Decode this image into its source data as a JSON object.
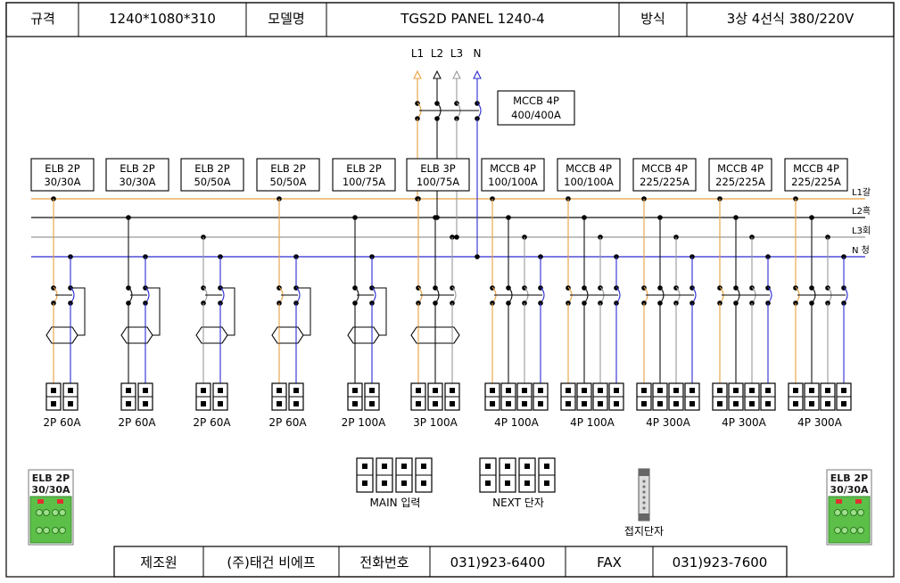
{
  "header": {
    "spec_label": "규격",
    "spec_value": "1240*1080*310",
    "model_label": "모델명",
    "model_value": "TGS2D PANEL 1240-4",
    "method_label": "방식",
    "method_value": "3상 4선식 380/220V"
  },
  "footer": {
    "maker_label": "제조원",
    "maker_value": "(주)태건 비에프",
    "phone_label": "전화번호",
    "phone_value": "031)923-6400",
    "fax_label": "FAX",
    "fax_value": "031)923-7600"
  },
  "main_breaker": {
    "line1": "MCCB 4P",
    "line2": "400/400A"
  },
  "phases": [
    "L1",
    "L2",
    "L3",
    "N"
  ],
  "bus_labels": [
    "L1갈",
    "L2흑",
    "L3회",
    "N 청"
  ],
  "colors": {
    "L1": "#e8a040",
    "L2": "#111111",
    "L3": "#999999",
    "N": "#2b2bd0"
  },
  "branches": [
    {
      "type": "2P",
      "line1": "ELB 2P",
      "line2": "30/30A",
      "terminal": "2P 60A",
      "phases": [
        "L1",
        "N"
      ]
    },
    {
      "type": "2P",
      "line1": "ELB 2P",
      "line2": "30/30A",
      "terminal": "2P 60A",
      "phases": [
        "L2",
        "N"
      ]
    },
    {
      "type": "2P",
      "line1": "ELB 2P",
      "line2": "50/50A",
      "terminal": "2P 60A",
      "phases": [
        "L3",
        "N"
      ]
    },
    {
      "type": "2P",
      "line1": "ELB 2P",
      "line2": "50/50A",
      "terminal": "2P 60A",
      "phases": [
        "L1",
        "N"
      ]
    },
    {
      "type": "2P",
      "line1": "ELB 2P",
      "line2": "100/75A",
      "terminal": "2P 100A",
      "phases": [
        "L2",
        "N"
      ]
    },
    {
      "type": "3P",
      "line1": "ELB 3P",
      "line2": "100/75A",
      "terminal": "3P 100A",
      "phases": [
        "L1",
        "L2",
        "L3"
      ]
    },
    {
      "type": "4P",
      "line1": "MCCB 4P",
      "line2": "100/100A",
      "terminal": "4P 100A",
      "phases": [
        "L1",
        "L2",
        "L3",
        "N"
      ]
    },
    {
      "type": "4P",
      "line1": "MCCB 4P",
      "line2": "100/100A",
      "terminal": "4P 100A",
      "phases": [
        "L1",
        "L2",
        "L3",
        "N"
      ]
    },
    {
      "type": "4P",
      "line1": "MCCB 4P",
      "line2": "225/225A",
      "terminal": "4P 300A",
      "phases": [
        "L1",
        "L2",
        "L3",
        "N"
      ]
    },
    {
      "type": "4P",
      "line1": "MCCB 4P",
      "line2": "225/225A",
      "terminal": "4P 300A",
      "phases": [
        "L1",
        "L2",
        "L3",
        "N"
      ]
    },
    {
      "type": "4P",
      "line1": "MCCB 4P",
      "line2": "225/225A",
      "terminal": "4P 300A",
      "phases": [
        "L1",
        "L2",
        "L3",
        "N"
      ]
    }
  ],
  "main_input_label": "MAIN 입력",
  "next_terminal_label": "NEXT 단자",
  "ground_label": "접지단자",
  "side_elb": {
    "line1": "ELB 2P",
    "line2": "30/30A"
  }
}
